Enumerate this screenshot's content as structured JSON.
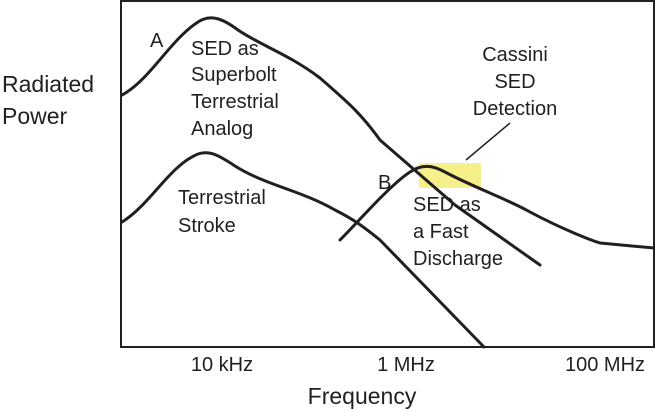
{
  "axes": {
    "y_label_lines": [
      "Radiated",
      "Power"
    ],
    "x_label": "Frequency",
    "x_ticks": [
      "10 kHz",
      "1 MHz",
      "100 MHz"
    ]
  },
  "labels": {
    "curve_a_marker": "A",
    "curve_b_marker": "B",
    "superbolt_lines": [
      "SED as",
      "Superbolt",
      "Terrestrial",
      "Analog"
    ],
    "terrestrial_lines": [
      "Terrestrial",
      "Stroke"
    ],
    "fast_discharge_lines": [
      "SED as",
      "a Fast",
      "Discharge"
    ],
    "cassini_lines": [
      "Cassini",
      "SED",
      "Detection"
    ]
  },
  "colors": {
    "stroke": "#231f20",
    "highlight": "#f5f08a"
  }
}
